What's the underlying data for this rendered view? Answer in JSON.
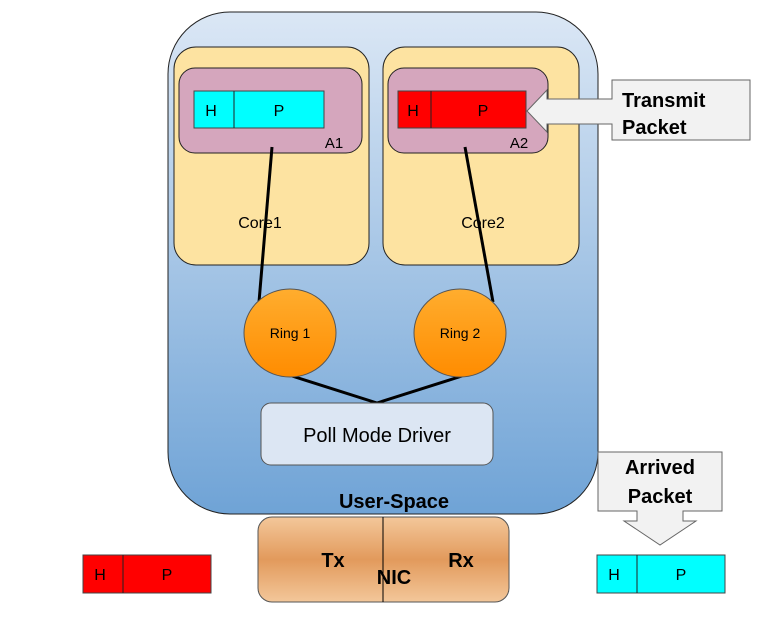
{
  "user_space": {
    "label": "User-Space",
    "fill_top": "#dbe7f5",
    "fill_bottom": "#6fa3d6"
  },
  "cores": [
    {
      "label": "Core1",
      "app_label": "A1",
      "packet": {
        "header": "H",
        "payload": "P",
        "color": "#00ffff"
      }
    },
    {
      "label": "Core2",
      "app_label": "A2",
      "packet": {
        "header": "H",
        "payload": "P",
        "color": "#ff0000"
      }
    }
  ],
  "rings": [
    {
      "label": "Ring 1"
    },
    {
      "label": "Ring 2"
    }
  ],
  "poll_mode_driver": {
    "label": "Poll Mode Driver"
  },
  "nic": {
    "label": "NIC",
    "tx": "Tx",
    "rx": "Rx"
  },
  "transmit_callout": {
    "line1": "Transmit",
    "line2": "Packet"
  },
  "arrived_callout": {
    "line1": "Arrived",
    "line2": "Packet"
  },
  "outgoing_packet": {
    "header": "H",
    "payload": "P",
    "color": "#ff0000"
  },
  "incoming_packet": {
    "header": "H",
    "payload": "P",
    "color": "#00ffff"
  },
  "colors": {
    "core_fill": "#fde3a1",
    "app_fill": "#d5a6bd",
    "ring_fill": "#ff9900",
    "nic_fill": "#e7a46d"
  }
}
